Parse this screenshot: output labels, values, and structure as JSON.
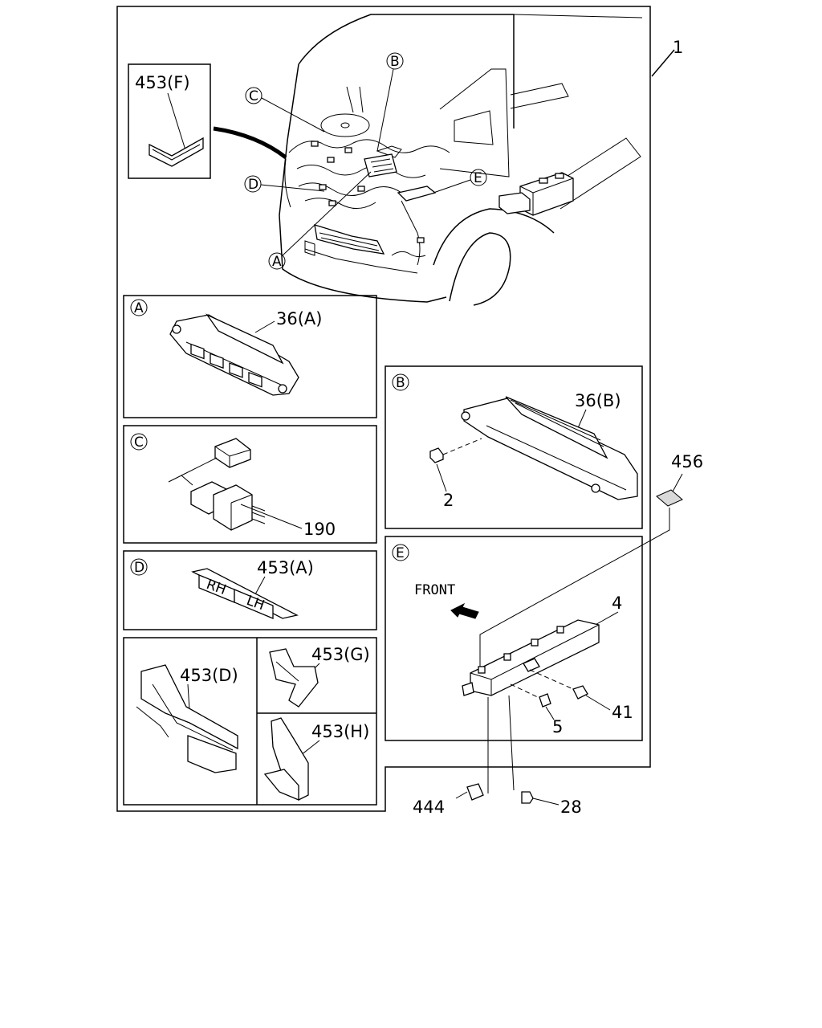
{
  "labels": {
    "main_assembly": "1",
    "callout_b": "B",
    "callout_c": "C",
    "callout_d": "D",
    "callout_e": "E",
    "callout_a": "A",
    "inset_f_label": "453(F)",
    "panel_a_letter": "A",
    "panel_a_part": "36(A)",
    "panel_b_letter": "B",
    "panel_b_part": "36(B)",
    "panel_b_clip": "2",
    "panel_c_letter": "C",
    "panel_c_part": "190",
    "panel_d_letter": "D",
    "panel_d_part": "453(A)",
    "panel_d_tag_rh": "RH",
    "panel_d_tag_lh": "LH",
    "part_453d": "453(D)",
    "part_453g": "453(G)",
    "part_453h": "453(H)",
    "panel_e_letter": "E",
    "panel_e_front": "FRONT",
    "panel_e_part_4": "4",
    "panel_e_part_41": "41",
    "panel_e_part_5": "5",
    "part_456": "456",
    "part_444": "444",
    "part_28": "28"
  }
}
